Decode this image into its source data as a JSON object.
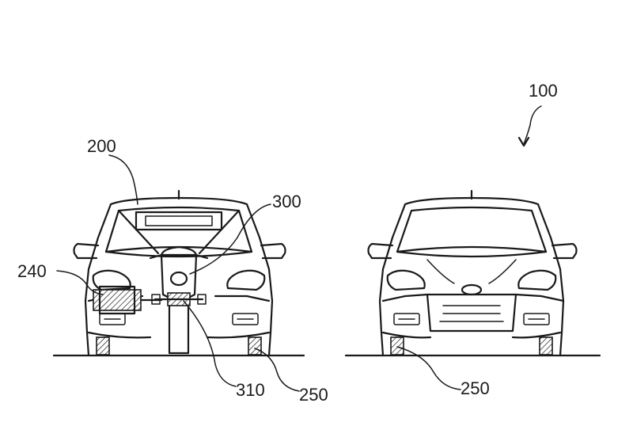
{
  "labels": {
    "ref_100": "100",
    "ref_200": "200",
    "ref_300": "300",
    "ref_240": "240",
    "ref_310": "310",
    "ref_250_left": "250",
    "ref_250_right": "250"
  }
}
